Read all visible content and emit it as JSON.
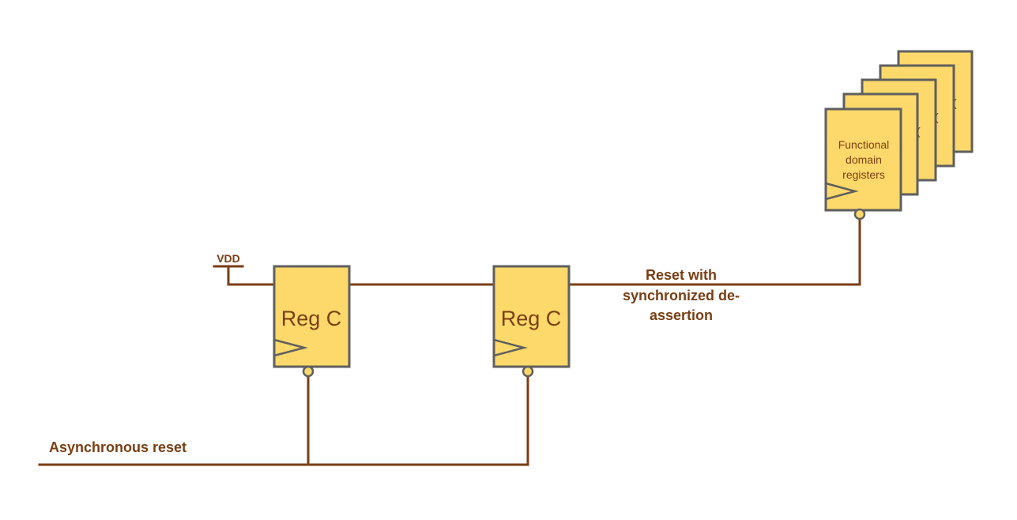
{
  "diagram": {
    "vdd_label": "VDD",
    "reg1_label": "Reg C",
    "reg2_label": "Reg C",
    "functional_label_lines": [
      "Functional",
      "domain",
      "registers"
    ],
    "output_label_lines": [
      "Reset with",
      "synchronized de-",
      "assertion"
    ],
    "async_reset_label": "Asynchronous reset"
  },
  "colors": {
    "wire": "#7a3e14",
    "register_fill": "#fcd96a",
    "register_border": "#5f5f5f",
    "text": "#7a3e14",
    "background": "#ffffff"
  }
}
